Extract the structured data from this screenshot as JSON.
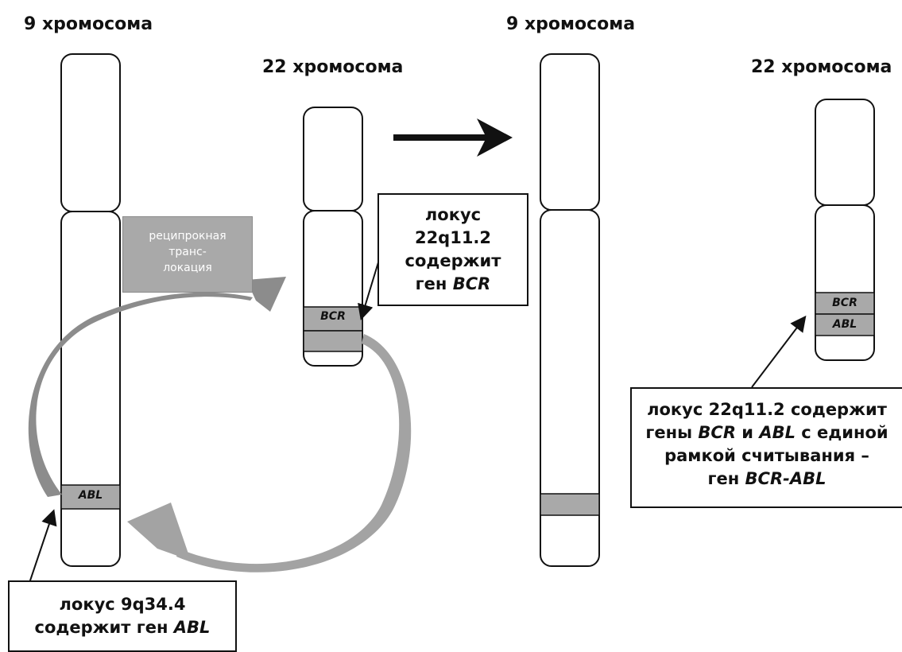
{
  "headings": {
    "left_chr9": "9 хромосома",
    "left_chr22": "22 хромосома",
    "right_chr9": "9 хромосома",
    "right_chr22": "22 хромосома"
  },
  "genes": {
    "bcr_left": "BCR",
    "abl_left": "ABL",
    "bcr_right": "BCR",
    "abl_right": "ABL"
  },
  "translocation_label": {
    "line1": "реципрокная",
    "line2": "транс-",
    "line3": "локация"
  },
  "callout_22q": {
    "line1": "локус",
    "line2": "22q11.2",
    "line3": "содержит",
    "line4_text": "ген ",
    "line4_gene": "BCR"
  },
  "callout_9q": {
    "line1": "локус 9q34.4",
    "line2_text": "содержит ген ",
    "line2_gene": "ABL"
  },
  "callout_result": {
    "line1": "локус 22q11.2 содержит",
    "line2_a": "гены ",
    "line2_gene1": "BCR",
    "line2_b": " и ",
    "line2_gene2": "ABL",
    "line2_c": " с единой",
    "line3": "рамкой считывания –",
    "line4_text": "ген ",
    "line4_gene": "BCR-ABL"
  },
  "colors": {
    "band_grey": "#a9a9a9",
    "arrow_grey": "#9a9a9a",
    "outline": "#111111"
  }
}
